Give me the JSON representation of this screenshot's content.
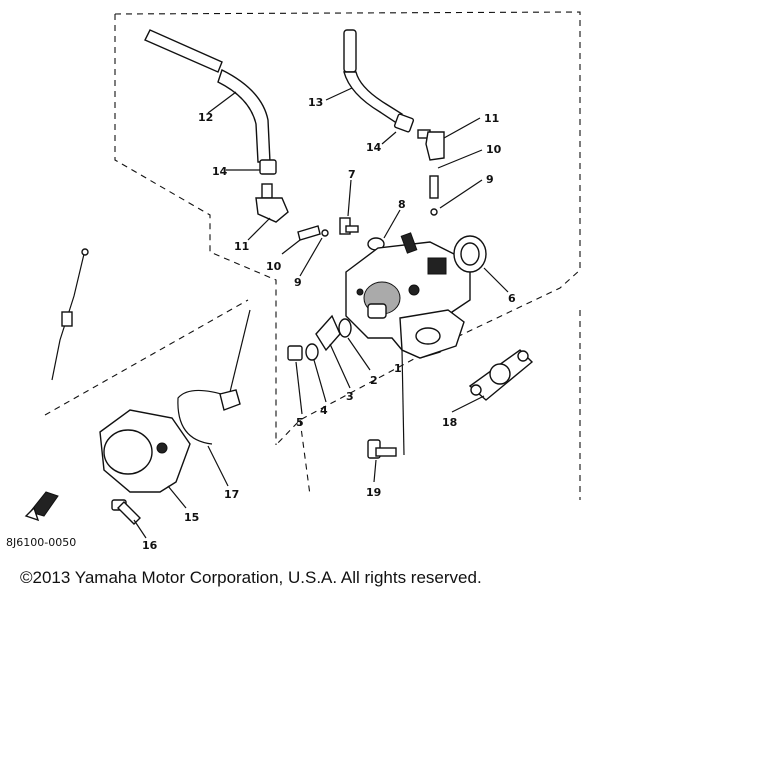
{
  "diagram": {
    "part_code": "8J6100-0050",
    "callouts": {
      "c1": "1",
      "c2": "2",
      "c3": "3",
      "c4": "4",
      "c5": "5",
      "c6": "6",
      "c7": "7",
      "c8": "8",
      "c9a": "9",
      "c9b": "9",
      "c10a": "10",
      "c10b": "10",
      "c11a": "11",
      "c11b": "11",
      "c12": "12",
      "c13": "13",
      "c14a": "14",
      "c14b": "14",
      "c15": "15",
      "c16": "16",
      "c17": "17",
      "c18": "18",
      "c19": "19"
    }
  },
  "footer": {
    "copyright": "©2013 Yamaha Motor Corporation, U.S.A. All rights reserved."
  }
}
